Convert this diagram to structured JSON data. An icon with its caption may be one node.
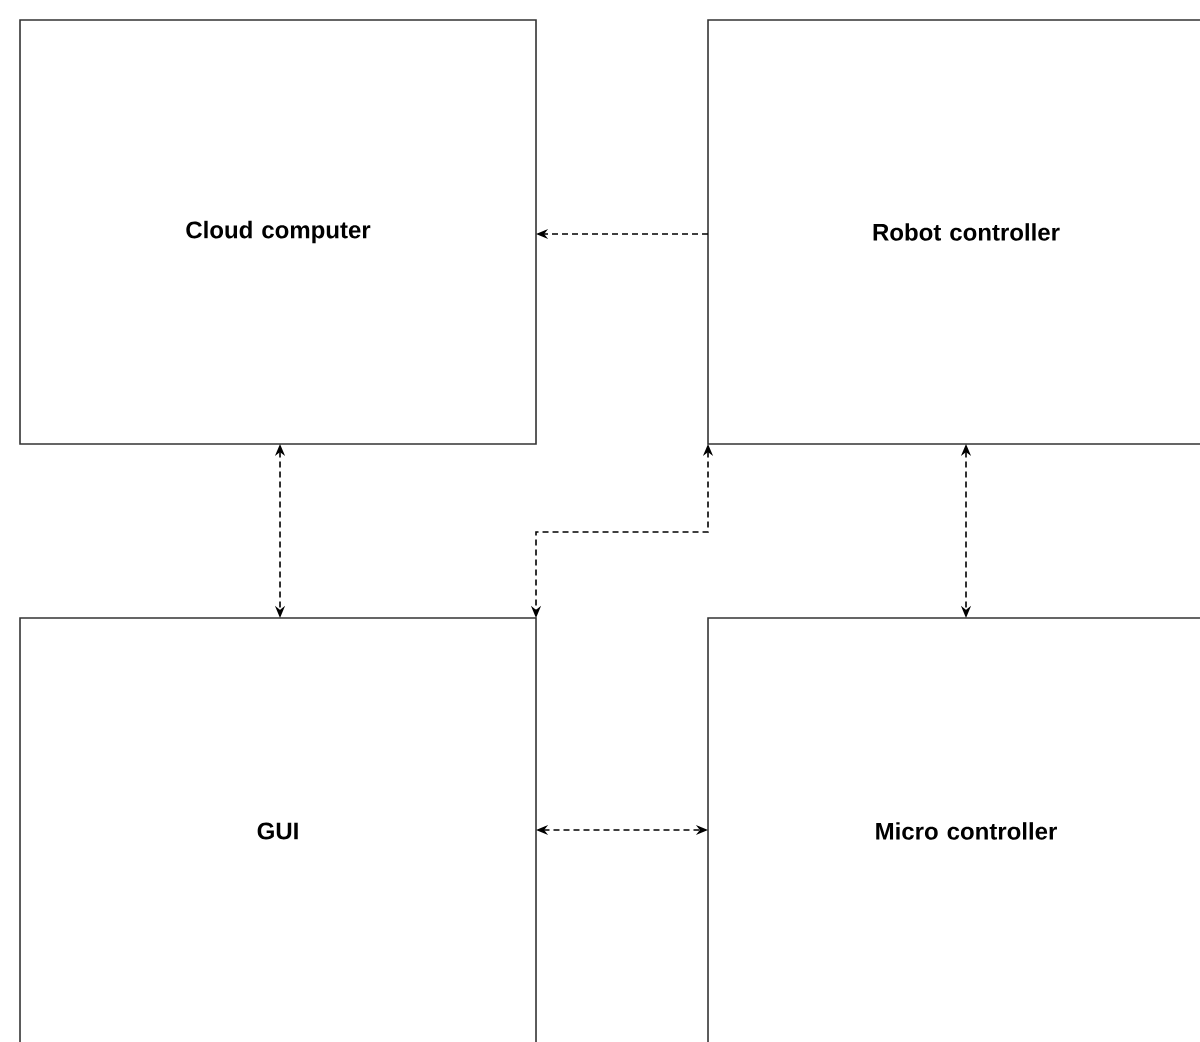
{
  "diagram": {
    "nodes": [
      {
        "text": [
          "Cloud computer"
        ]
      },
      {
        "text": [
          "Robot controller"
        ]
      },
      {
        "text": [
          "GUI"
        ]
      },
      {
        "text": [
          "Micro controller"
        ]
      }
    ],
    "edges": [
      {
        "from": 1,
        "to": 0,
        "arrow": "to",
        "style": "dashed"
      },
      {
        "from": 0,
        "to": 2,
        "arrow": "both",
        "style": "dashed"
      },
      {
        "from": 1,
        "to": 2,
        "arrow": "both",
        "style": "dashed"
      },
      {
        "from": 1,
        "to": 3,
        "arrow": "both",
        "style": "dashed"
      },
      {
        "from": 2,
        "to": 3,
        "arrow": "both",
        "style": "dashed"
      }
    ]
  }
}
